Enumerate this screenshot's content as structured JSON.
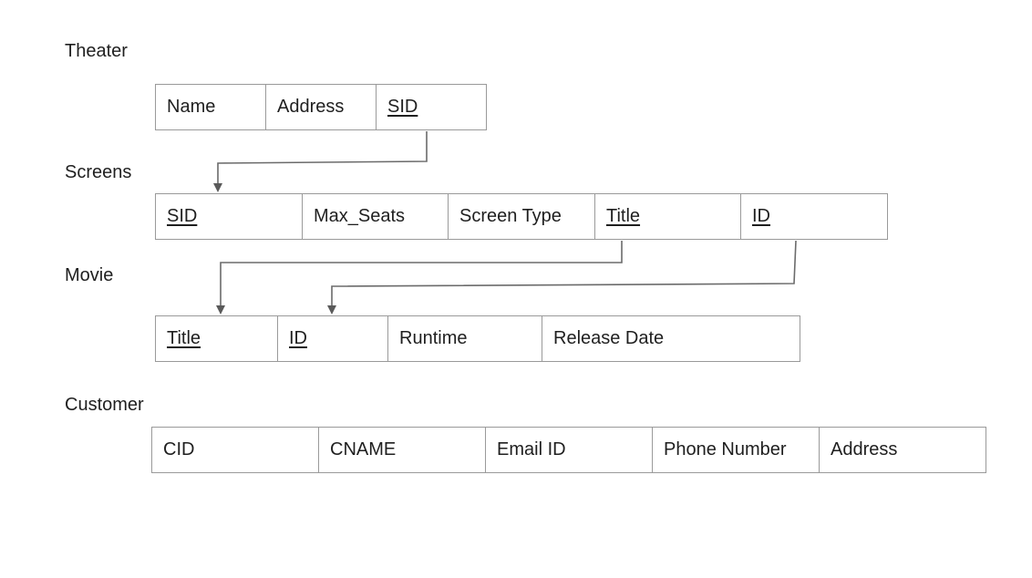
{
  "relations": [
    {
      "name": "Theater",
      "columns": [
        {
          "label": "Name",
          "key": false
        },
        {
          "label": "Address",
          "key": false
        },
        {
          "label": "SID",
          "key": true
        }
      ]
    },
    {
      "name": "Screens",
      "columns": [
        {
          "label": "SID",
          "key": true
        },
        {
          "label": "Max_Seats",
          "key": false
        },
        {
          "label": "Screen Type",
          "key": false
        },
        {
          "label": "Title",
          "key": true
        },
        {
          "label": "ID",
          "key": true
        }
      ]
    },
    {
      "name": "Movie",
      "columns": [
        {
          "label": "Title",
          "key": true
        },
        {
          "label": "ID",
          "key": true
        },
        {
          "label": "Runtime",
          "key": false
        },
        {
          "label": "Release Date",
          "key": false
        }
      ]
    },
    {
      "name": "Customer",
      "columns": [
        {
          "label": "CID",
          "key": false
        },
        {
          "label": "CNAME",
          "key": false
        },
        {
          "label": "Email ID",
          "key": false
        },
        {
          "label": "Phone Number",
          "key": false
        },
        {
          "label": "Address",
          "key": false
        }
      ]
    }
  ],
  "references": [
    {
      "from": "Theater.SID",
      "to": "Screens.SID"
    },
    {
      "from": "Screens.Title",
      "to": "Movie.Title"
    },
    {
      "from": "Screens.ID",
      "to": "Movie.ID"
    }
  ]
}
